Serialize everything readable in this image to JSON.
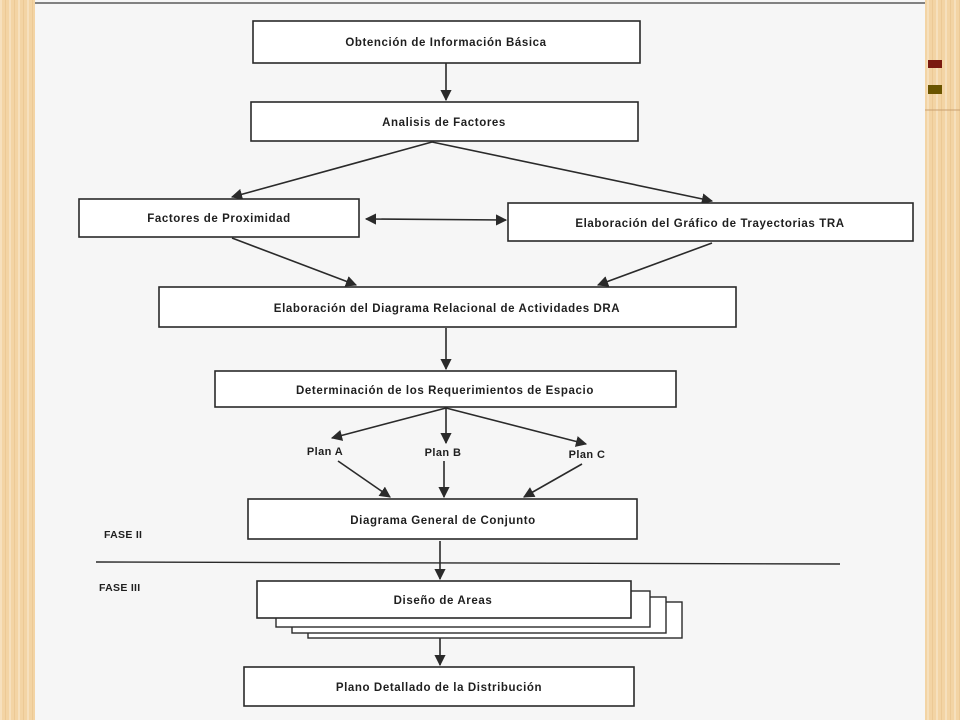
{
  "diagram": {
    "boxes": {
      "obtencion": "Obtención de Información Básica",
      "analisis": "Analisis de Factores",
      "proximidad": "Factores de Proximidad",
      "grafico": "Elaboración del Gráfico de Trayectorias TRA",
      "diagrama_relacional": "Elaboración del Diagrama Relacional de Actividades DRA",
      "requerimientos": "Determinación de los Requerimientos de Espacio",
      "diagrama_general": "Diagrama General de Conjunto",
      "diseno_areas": "Diseño de Areas",
      "plano_detallado": "Plano Detallado de la Distribución"
    },
    "plans": {
      "a": "Plan A",
      "b": "Plan B",
      "c": "Plan C"
    },
    "phases": {
      "fase_ii": "FASE II",
      "fase_iii": "FASE III"
    }
  },
  "colors": {
    "slide_background": "#f3d4a4",
    "scan_background": "#f6f6f6",
    "ink": "#1f1f1f",
    "accent_dark_red": "#7a1a10",
    "accent_olive": "#6b5500"
  }
}
